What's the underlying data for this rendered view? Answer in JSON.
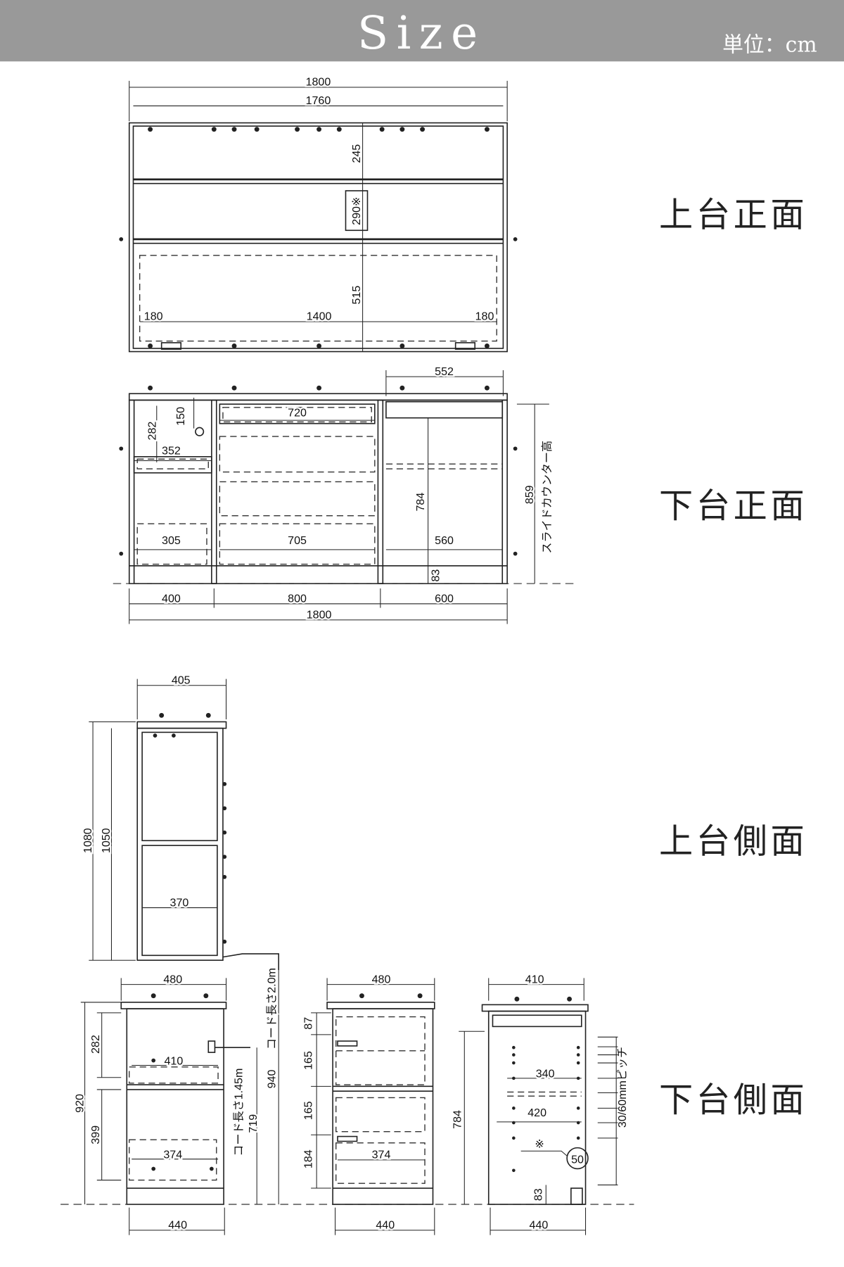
{
  "header": {
    "title": "Size",
    "unit": "単位：cm",
    "bg_color": "#999999"
  },
  "section_labels": {
    "upper_front": "上台正面",
    "lower_front": "下台正面",
    "upper_side": "上台側面",
    "lower_side": "下台側面"
  },
  "upper_front": {
    "width_outer": "1800",
    "width_inner": "1760",
    "h_top": "245",
    "h_mid": "290※",
    "h_bottom": "515",
    "w_left": "180",
    "w_center": "1400",
    "w_right": "180"
  },
  "lower_front": {
    "w_552": "552",
    "w_720": "720",
    "h_150": "150",
    "h_282": "282",
    "w_352": "352",
    "w_305": "305",
    "w_705": "705",
    "h_784": "784",
    "w_560": "560",
    "h_83": "83",
    "h_859": "859",
    "counter_label": "スライドカウンター高",
    "w_400": "400",
    "w_800": "800",
    "w_600": "600",
    "w_total": "1800"
  },
  "upper_side": {
    "depth": "405",
    "h_1080": "1080",
    "h_1050": "1050",
    "inner": "370"
  },
  "lower_side": {
    "left": {
      "depth_top": "480",
      "depth_bottom": "440",
      "h_282": "282",
      "h_920": "920",
      "h_399": "399",
      "w_410": "410",
      "w_374": "374",
      "cord_145": "コード長さ1.45m",
      "h_719": "719",
      "h_940": "940",
      "cord_20": "コード長さ2.0m"
    },
    "middle": {
      "depth_top": "480",
      "depth_bottom": "440",
      "h_87": "87",
      "h_165a": "165",
      "h_165b": "165",
      "h_184": "184",
      "w_374": "374"
    },
    "right": {
      "depth_top": "410",
      "depth_bottom": "440",
      "w_340": "340",
      "w_420": "420",
      "note": "※",
      "h_50": "50",
      "h_83": "83",
      "h_784": "784",
      "pitch": "30/60mmピッチ"
    }
  }
}
